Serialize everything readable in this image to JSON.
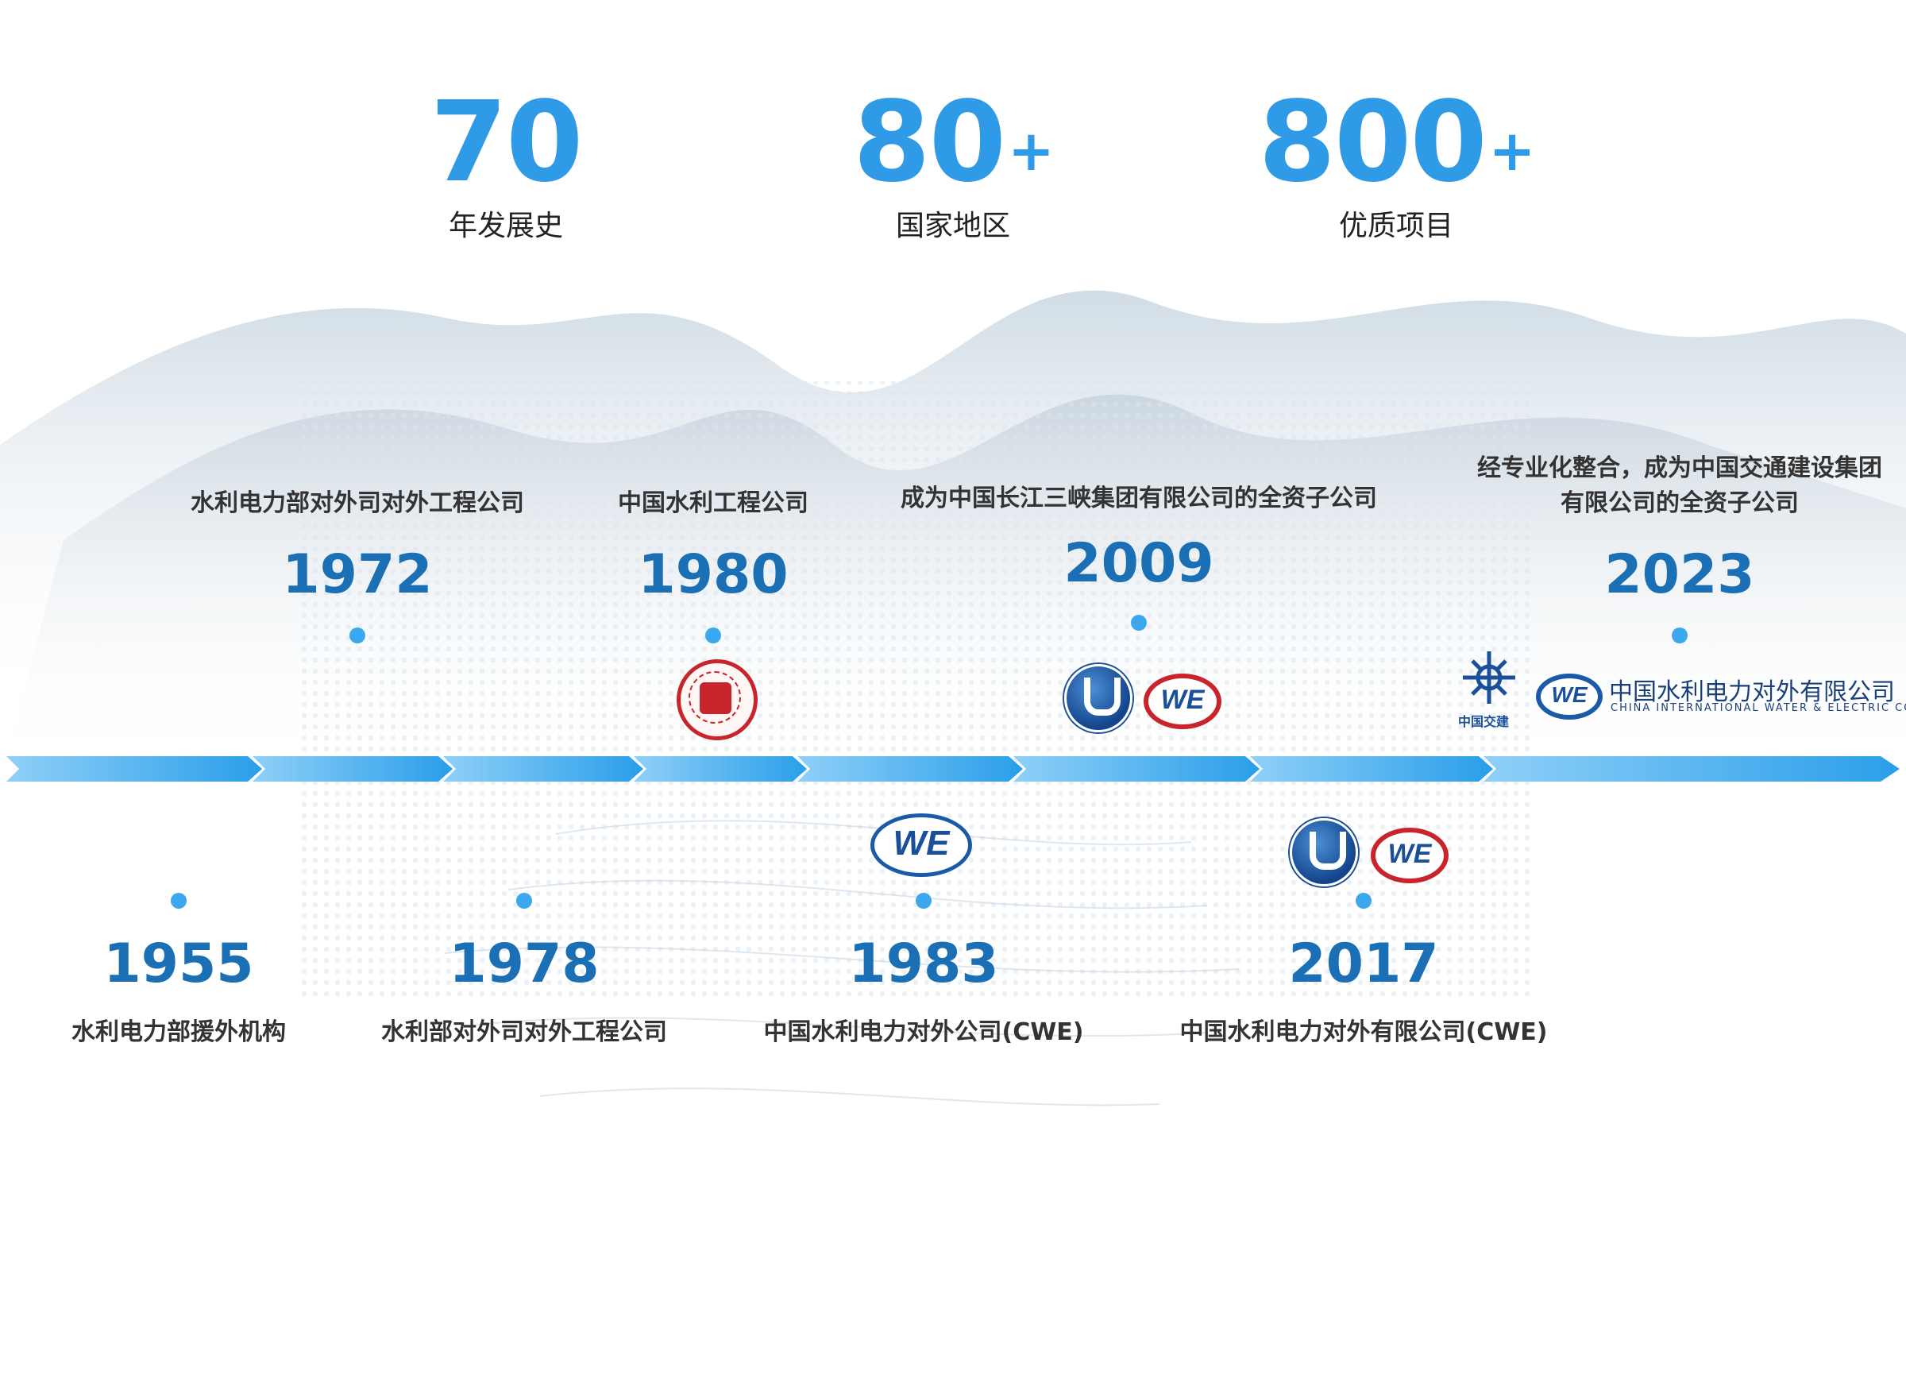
{
  "stats": [
    {
      "value": "70",
      "suffix": "",
      "label": "年发展史"
    },
    {
      "value": "80",
      "suffix": "+",
      "label": "国家地区"
    },
    {
      "value": "800",
      "suffix": "+",
      "label": "优质项目"
    }
  ],
  "timeline": {
    "top": [
      {
        "year": "1972",
        "desc": "水利电力部对外司对外工程公司"
      },
      {
        "year": "1980",
        "desc": "中国水利工程公司"
      },
      {
        "year": "2009",
        "desc": "成为中国长江三峡集团有限公司的全资子公司"
      },
      {
        "year": "2023",
        "desc_line1": "经专业化整合，成为中国交通建设集团",
        "desc_line2": "有限公司的全资子公司"
      }
    ],
    "bottom": [
      {
        "year": "1955",
        "desc": "水利电力部援外机构"
      },
      {
        "year": "1978",
        "desc": "水利部对外司对外工程公司"
      },
      {
        "year": "1983",
        "desc": "中国水利电力对外公司(CWE)"
      },
      {
        "year": "2017",
        "desc": "中国水利电力对外有限公司(CWE)"
      }
    ]
  },
  "logos": {
    "we_text": "WE",
    "cccc_text": "中国交建",
    "cwe_name": "中国水利电力对外有限公司",
    "cwe_en": "CHINA INTERNATIONAL WATER & ELECTRIC CORP."
  },
  "colors": {
    "accent": "#2f9be7",
    "year": "#1b6fb5",
    "arrow": "#5db8f3",
    "stamp_red": "#c8242b"
  }
}
